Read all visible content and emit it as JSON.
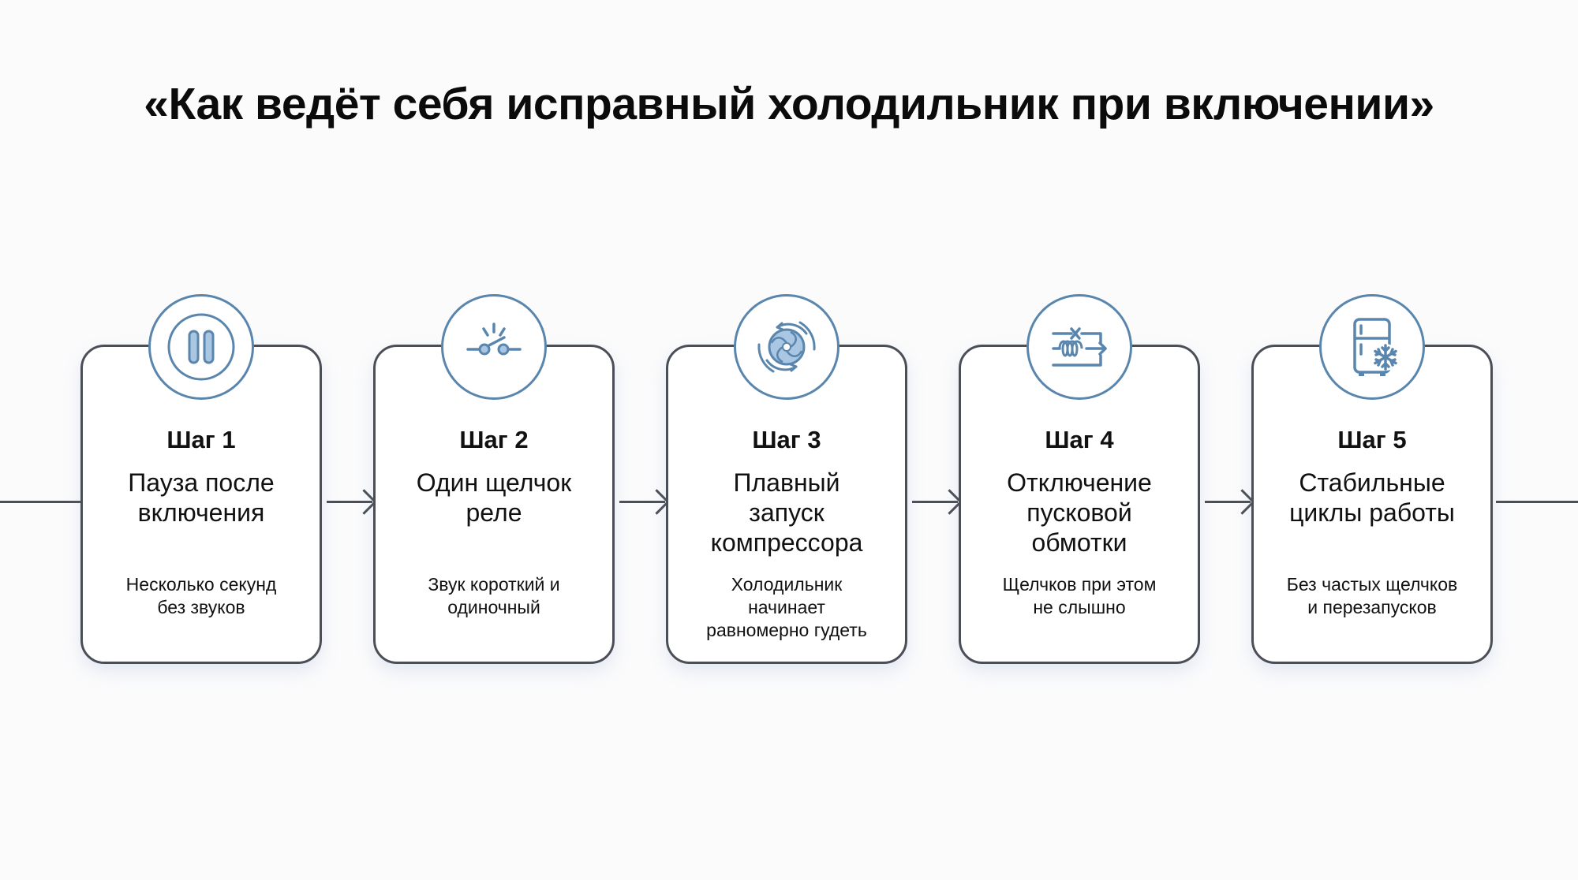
{
  "title": "«Как ведёт себя исправный холодильник при включении»",
  "colors": {
    "background": "#fbfbfc",
    "card_border": "#4a4f57",
    "icon_stroke": "#5a86ad",
    "icon_fill": "#a9c6e2",
    "text": "#111111"
  },
  "steps": [
    {
      "label": "Шаг 1",
      "title_lines": [
        "Пауза после",
        "включения"
      ],
      "desc_lines": [
        "Несколько секунд",
        "без звуков"
      ],
      "icon": "pause-icon"
    },
    {
      "label": "Шаг 2",
      "title_lines": [
        "Один щелчок",
        "реле"
      ],
      "desc_lines": [
        "Звук короткий и",
        "одиночный"
      ],
      "icon": "relay-switch-icon"
    },
    {
      "label": "Шаг 3",
      "title_lines": [
        "Плавный",
        "запуск",
        "компрессора"
      ],
      "desc_lines": [
        "Холодильник",
        "начинает",
        "равномерно гудеть"
      ],
      "icon": "compressor-spin-icon"
    },
    {
      "label": "Шаг 4",
      "title_lines": [
        "Отключение",
        "пусковой",
        "обмотки"
      ],
      "desc_lines": [
        "Щелчков при этом",
        "не слышно"
      ],
      "icon": "start-winding-off-icon"
    },
    {
      "label": "Шаг 5",
      "title_lines": [
        "Стабильные",
        "циклы работы"
      ],
      "desc_lines": [
        "Без частых щелчков",
        "и перезапусков"
      ],
      "icon": "fridge-snowflake-icon"
    }
  ]
}
